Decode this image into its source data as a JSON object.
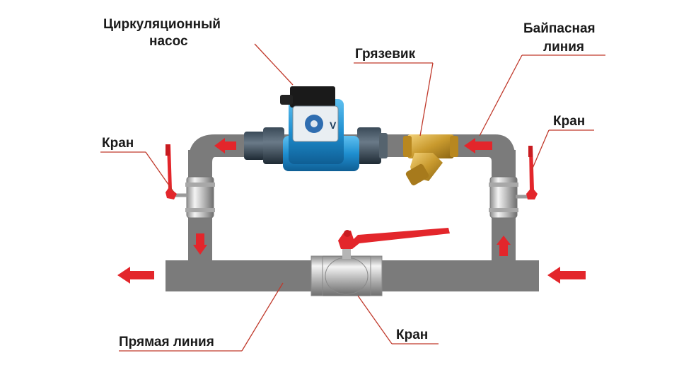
{
  "labels": {
    "pump_line1": "Циркуляционный",
    "pump_line2": "насос",
    "strainer": "Грязевик",
    "bypass_line1": "Байпасная",
    "bypass_line2": "линия",
    "valve_left": "Кран",
    "valve_right": "Кран",
    "valve_bottom": "Кран",
    "straight_line": "Прямая линия"
  },
  "pump_face_text": "V",
  "colors": {
    "pipe": "#7b7b7b",
    "arrow": "#e3262b",
    "leader": "#c0392b",
    "valve_handle": "#e3262b",
    "pump_body": "#1f8fd0",
    "brass": "#d9a93a",
    "chrome": "#d9d9d9"
  },
  "icons": [
    "flow-arrow-icon",
    "ball-valve-icon",
    "circulation-pump-icon",
    "y-strainer-icon"
  ]
}
